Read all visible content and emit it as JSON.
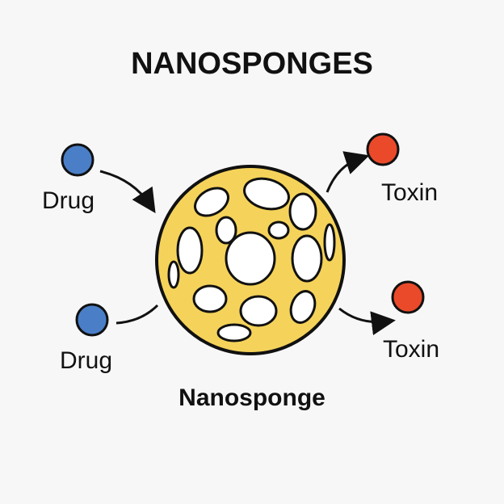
{
  "title": "NANOSPONGES",
  "labels": {
    "drug_top": "Drug",
    "drug_bottom": "Drug",
    "toxin_top": "Toxin",
    "toxin_bottom": "Toxin"
  },
  "caption": "Nanosponge",
  "colors": {
    "drug": "#4a7fc8",
    "toxin": "#ea4a2a",
    "sponge": "#f5d35a",
    "outline": "#111111"
  }
}
